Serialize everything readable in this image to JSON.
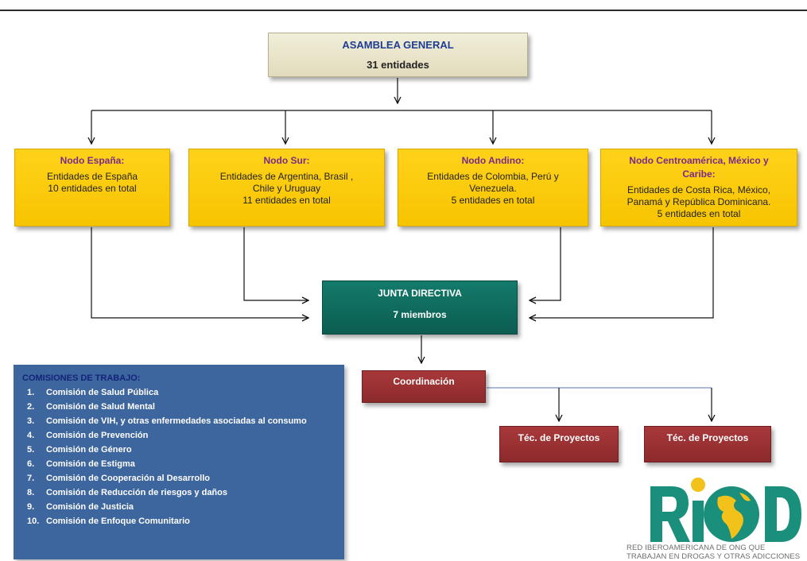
{
  "asamblea": {
    "title": "ASAMBLEA GENERAL",
    "subtitle": "31 entidades"
  },
  "nodos": [
    {
      "title": "Nodo España:",
      "lines": [
        "Entidades de España",
        "10 entidades en total"
      ]
    },
    {
      "title": "Nodo Sur:",
      "lines": [
        "Entidades de Argentina, Brasil ,",
        "Chile y Uruguay",
        "11 entidades en total"
      ]
    },
    {
      "title": "Nodo Andino:",
      "lines": [
        "Entidades de Colombia, Perú y",
        "Venezuela.",
        "5 entidades en total"
      ]
    },
    {
      "title_lines": [
        "Nodo Centroamérica, México y",
        "Caribe:"
      ],
      "lines": [
        "Entidades de Costa Rica,  México,",
        "Panamá y República  Dominicana.",
        "5 entidades en total"
      ]
    }
  ],
  "junta": {
    "title": "JUNTA DIRECTIVA",
    "subtitle": "7 miembros"
  },
  "coordinacion": {
    "label": "Coordinación"
  },
  "tecnicos": [
    {
      "label": "Téc.  de Proyectos"
    },
    {
      "label": "Téc. de Proyectos"
    }
  ],
  "comisiones": {
    "title": "COMISIONES DE TRABAJO:",
    "items": [
      {
        "num": "1.",
        "label": "Comisión de Salud Pública"
      },
      {
        "num": "2.",
        "label": "Comisión de Salud Mental"
      },
      {
        "num": "3.",
        "label": "Comisión de VIH, y otras enfermedades asociadas al consumo"
      },
      {
        "num": "4.",
        "label": "Comisión de Prevención"
      },
      {
        "num": "5.",
        "label": "Comisión de Género"
      },
      {
        "num": "6.",
        "label": "Comisión de Estigma"
      },
      {
        "num": "7.",
        "label": "Comisión de Cooperación al Desarrollo"
      },
      {
        "num": "8.",
        "label": "Comisión de Reducción de riesgos y daños"
      },
      {
        "num": "9.",
        "label": "Comisión de Justicia"
      },
      {
        "num": "10.",
        "label": "Comisión de Enfoque Comunitario"
      }
    ]
  },
  "logo": {
    "wordmark": "RIOD",
    "tagline_lines": [
      "RED IBEROAMERICANA DE ONG QUE",
      "TRABAJAN EN DROGAS Y OTRAS ADICCIONES"
    ]
  },
  "colors": {
    "asamblea_bg": "#ede8cf",
    "nodo_bg": "#fccc0a",
    "nodo_title": "#7a2a8a",
    "junta_bg": "#0f6b5d",
    "red_box_bg": "#9b3133",
    "comisiones_bg": "#3d659e",
    "logo_teal": "#1a8f7c",
    "logo_yellow": "#f2c21b"
  }
}
